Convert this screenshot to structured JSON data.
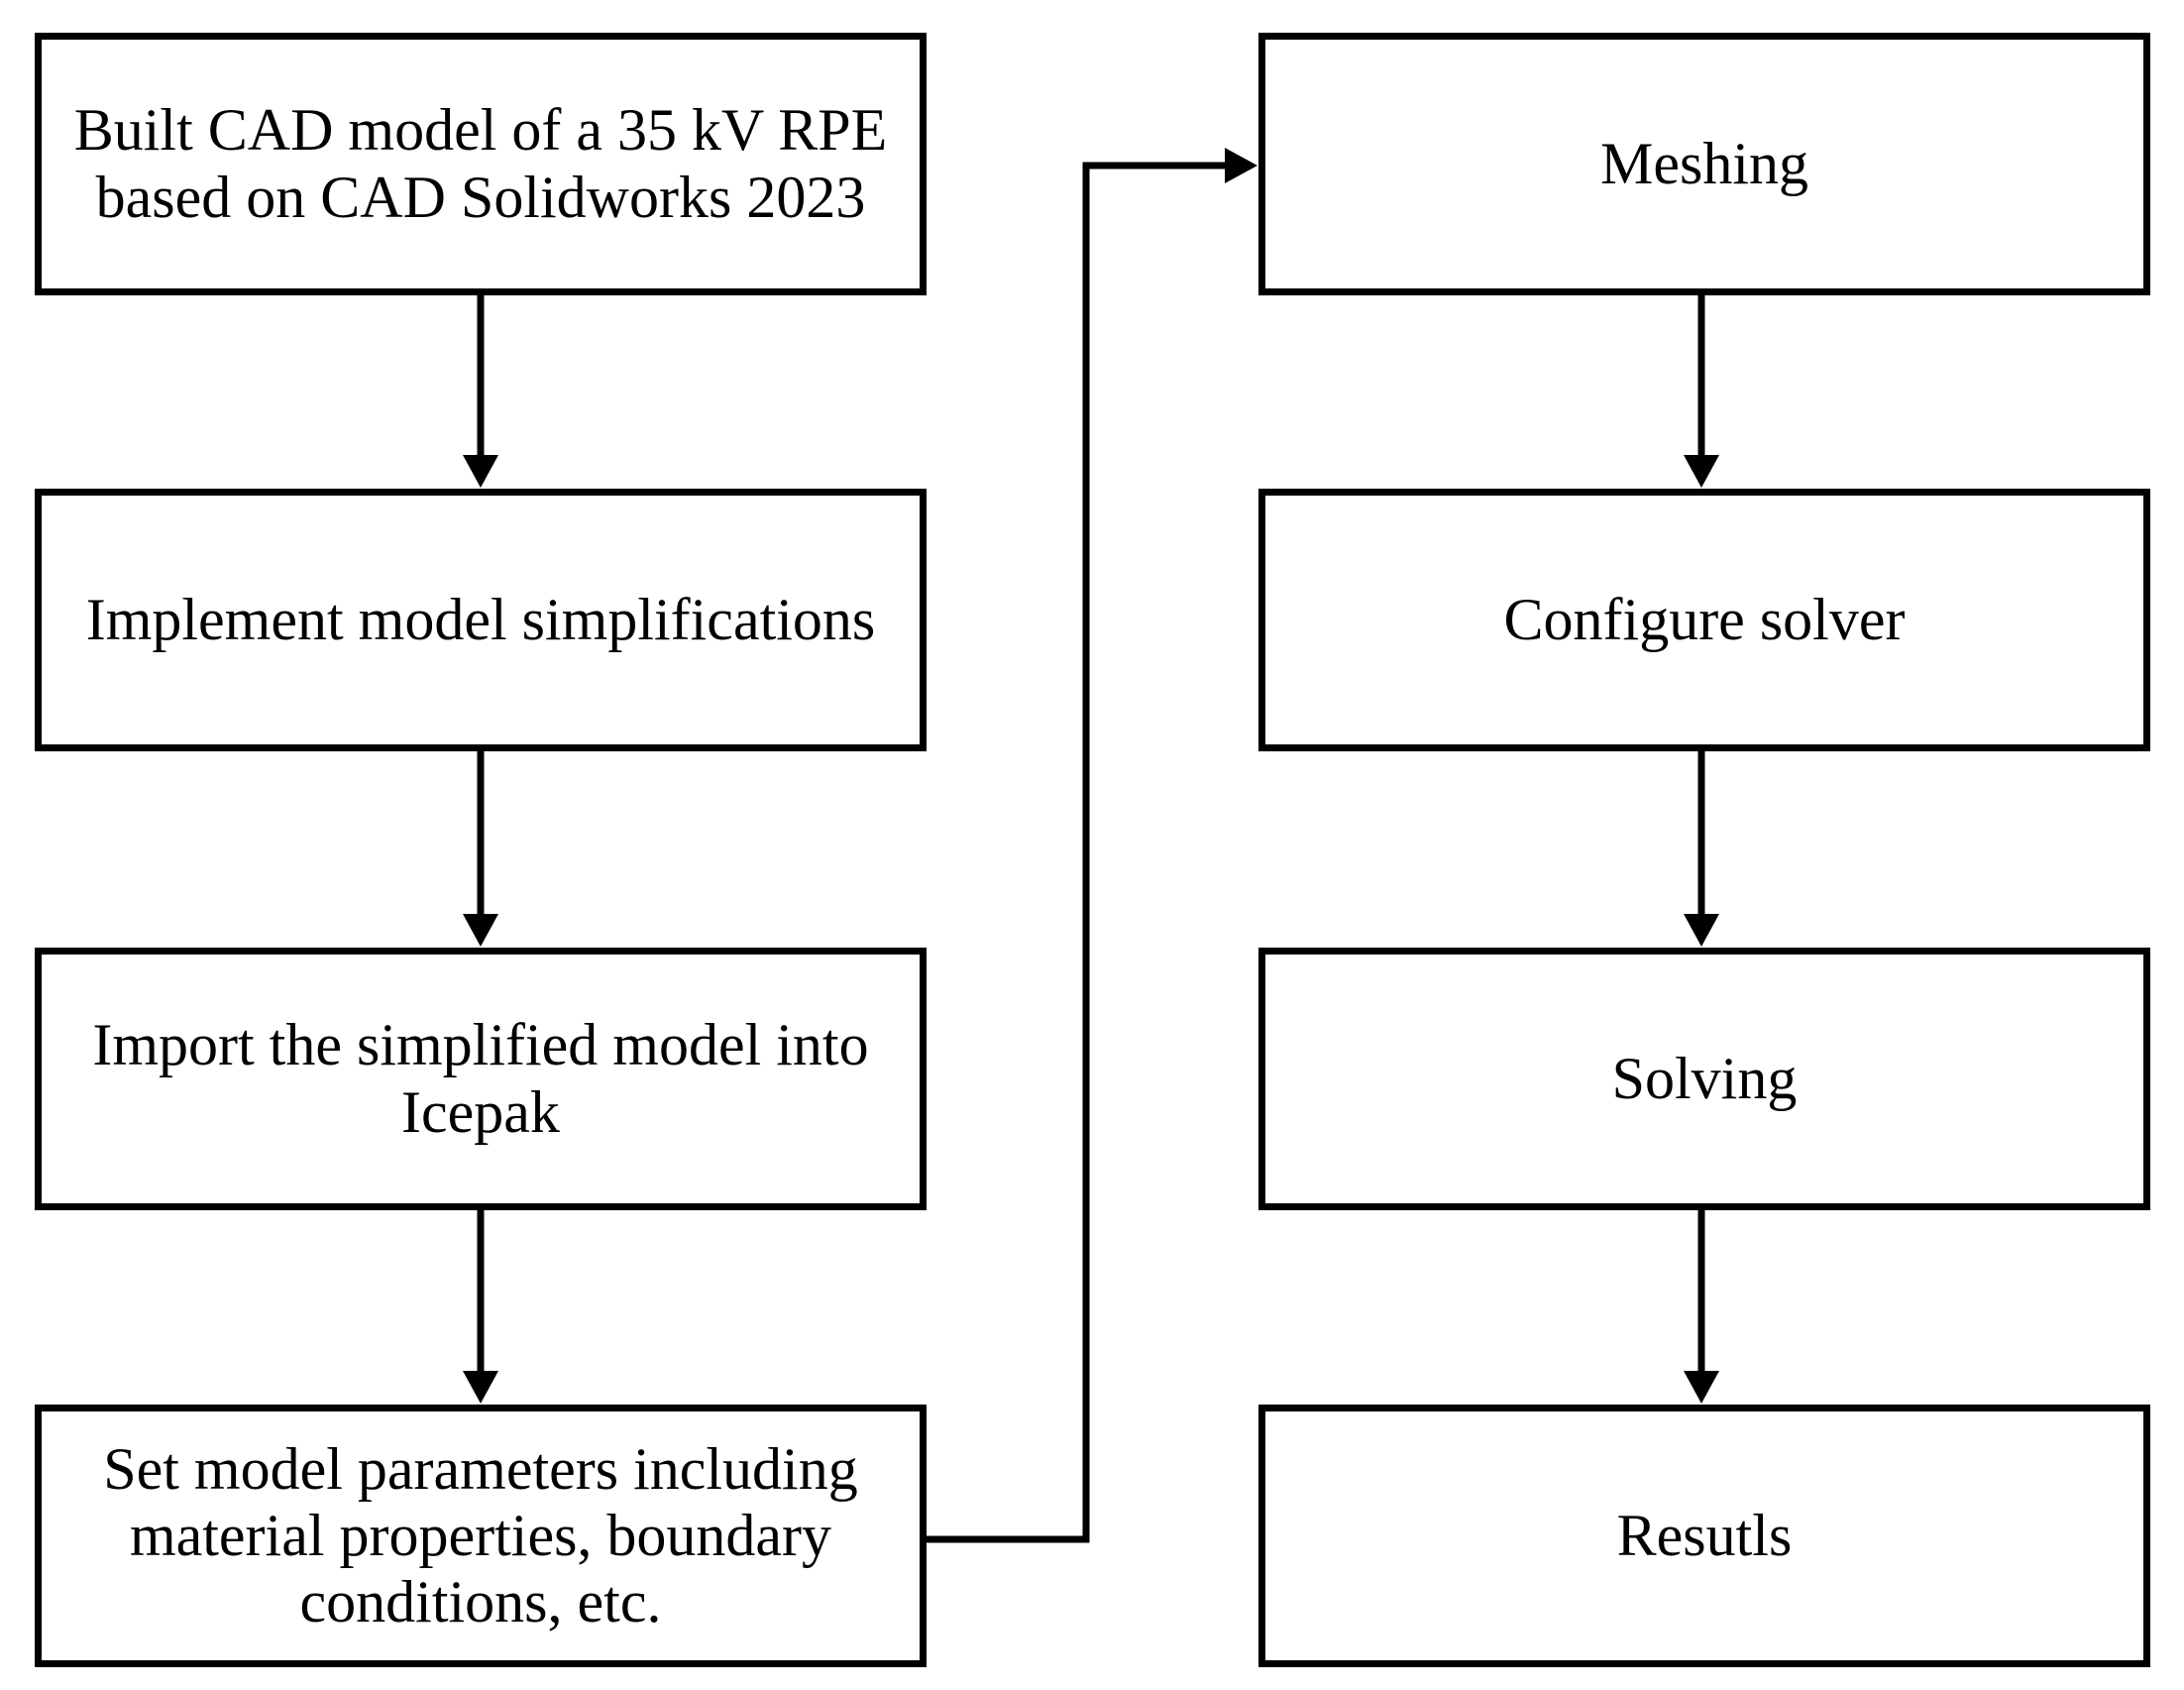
{
  "diagram": {
    "title": "Simulation workflow flowchart",
    "background_color": "#ffffff",
    "line_color": "#000000",
    "text_color": "#000000",
    "left_column": [
      {
        "id": "build-cad-model",
        "label": "Built CAD model of a 35 kV RPE\nbased on CAD Solidworks 2023"
      },
      {
        "id": "implement-simplifications",
        "label": "Implement model simplifications"
      },
      {
        "id": "import-into-icepak",
        "label": "Import the simplified model into\nIcepak"
      },
      {
        "id": "set-model-parameters",
        "label": "Set model parameters including\nmaterial properties, boundary\nconditions, etc."
      }
    ],
    "right_column": [
      {
        "id": "meshing",
        "label": "Meshing"
      },
      {
        "id": "configure-solver",
        "label": "Configure solver"
      },
      {
        "id": "solving",
        "label": "Solving"
      },
      {
        "id": "results",
        "label": "Resutls"
      }
    ],
    "edges": [
      {
        "from": "build-cad-model",
        "to": "implement-simplifications"
      },
      {
        "from": "implement-simplifications",
        "to": "import-into-icepak"
      },
      {
        "from": "import-into-icepak",
        "to": "set-model-parameters"
      },
      {
        "from": "set-model-parameters",
        "to": "meshing"
      },
      {
        "from": "meshing",
        "to": "configure-solver"
      },
      {
        "from": "configure-solver",
        "to": "solving"
      },
      {
        "from": "solving",
        "to": "results"
      }
    ]
  }
}
